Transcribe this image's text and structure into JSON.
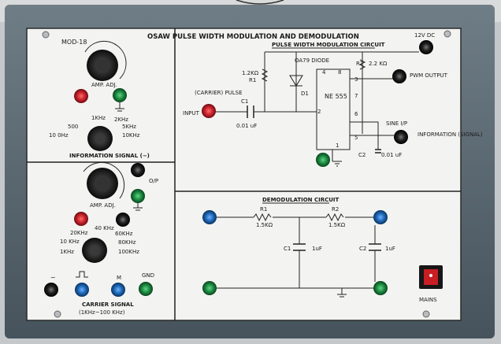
{
  "module": {
    "id": "MOD-18",
    "title": "OSAW PULSE WIDTH MODULATION AND DEMODULATION"
  },
  "left_top": {
    "amp_adj": "AMP. ADJ.",
    "freqs": [
      "1KHz",
      "2KHz",
      "5KHz",
      "10KHz",
      "10 0Hz",
      "500"
    ],
    "signal": "INFORMATION SIGNAL (~)"
  },
  "left_bottom": {
    "amp_adj": "AMP. ADJ.",
    "op": "O/P",
    "freqs": [
      "40 KHz",
      "20KHz",
      "60KHz",
      "10 KHz",
      "80KHz",
      "1KHz",
      "100KHz"
    ],
    "labels": [
      "~",
      "M",
      "GND"
    ],
    "carrier": "CARRIER SIGNAL",
    "range": "(1KHz~100 KHz)"
  },
  "pwm": {
    "title": "PULSE WIDTH MODULATION CIRCUIT",
    "dc": "12V DC",
    "r1": "1.2KΩ",
    "r1_name": "R1",
    "diode": "OA79 DIODE",
    "d1": "D1",
    "r2": "R2",
    "r2_val": "2.2 KΩ",
    "pwm_output": "PWM OUTPUT",
    "carrier": "(CARRIER) PULSE",
    "input": "INPUT",
    "c1": "C1",
    "c1_val": "0.01 uF",
    "ic": "NE 555",
    "pins": [
      "4",
      "8",
      "3",
      "7",
      "6",
      "2",
      "5",
      "1"
    ],
    "sine": "SINE I/P",
    "info": "INFORMATION (SIGNAL)",
    "c2": "C2",
    "c2_val": "0.01 uF"
  },
  "demod": {
    "title": "DEMODULATION CIRCUIT",
    "r1": "R1",
    "r1_val": "1.5KΩ",
    "r2": "R2",
    "r2_val": "1.5KΩ",
    "c1": "C1",
    "c1_val": "1uF",
    "c2": "C2",
    "c2_val": "1uF",
    "mains": "MAINS"
  },
  "colors": {
    "panel": "#f2f3f1",
    "frame": "#5c6b76",
    "red": "#c8232d",
    "green": "#1c8a3e",
    "blue": "#1d67b5",
    "black": "#151515"
  }
}
